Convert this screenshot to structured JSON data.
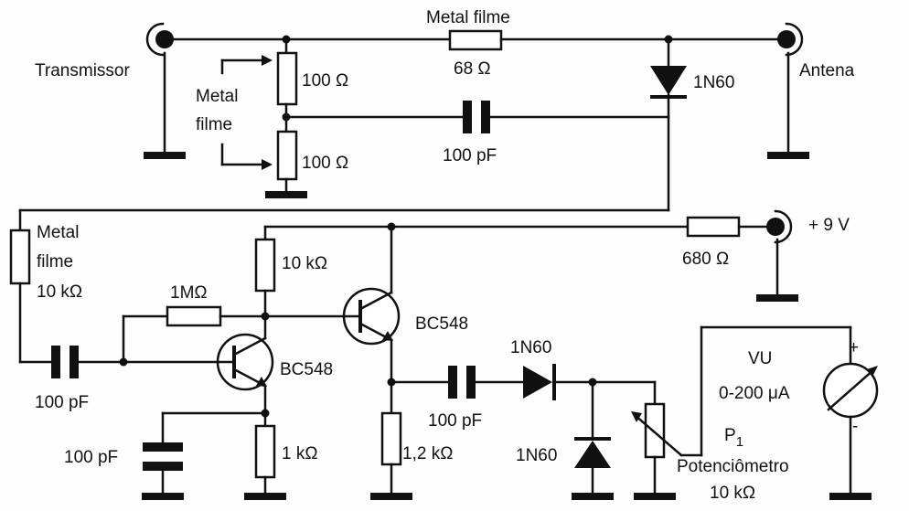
{
  "labels": {
    "transmissor": "Transmissor",
    "antena": "Antena",
    "metal_filme_top": "Metal filme",
    "r68": "68 Ω",
    "r100a": "100 Ω",
    "r100b": "100 Ω",
    "metal_filme_left_1": "Metal",
    "metal_filme_left_2": "filme",
    "c100pf_top": "100 pF",
    "d_top": "1N60",
    "supply": "+ 9 V",
    "r680": "680 Ω",
    "mf_rf_1": "Metal",
    "mf_rf_2": "filme",
    "mf_rf_3": "10 kΩ",
    "r10k": "10 kΩ",
    "r1m": "1MΩ",
    "q1": "BC548",
    "q2": "BC548",
    "c_in": "100 pF",
    "c_emit": "100 pF",
    "r1k": "1 kΩ",
    "r1k2": "1,2 kΩ",
    "c_out": "100 pF",
    "d_series": "1N60",
    "d_shunt": "1N60",
    "p1_name": "P",
    "p1_sub": "1",
    "p1_desc": "Potenciômetro",
    "p1_value": "10 kΩ",
    "vu_name": "VU",
    "vu_range": "0-200 μA",
    "vu_plus": "+",
    "vu_minus": "-"
  }
}
